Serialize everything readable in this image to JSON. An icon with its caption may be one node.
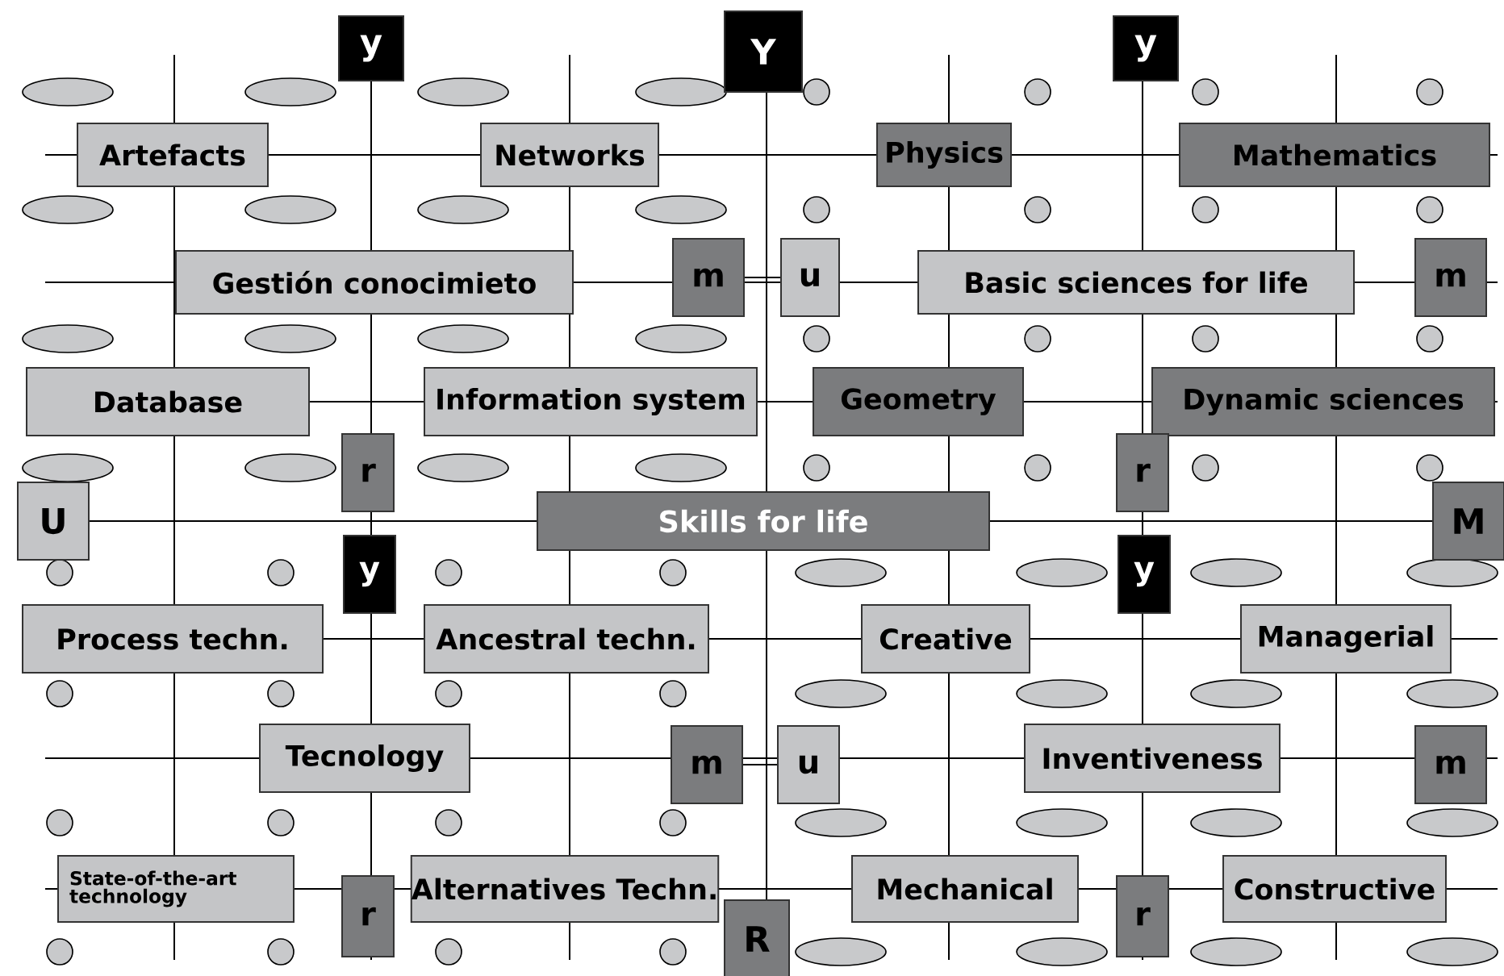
{
  "diagram": {
    "nodes": [
      {
        "text": [
          "y"
        ]
      },
      {
        "text": [
          "Y"
        ]
      },
      {
        "text": [
          "y"
        ]
      },
      {
        "text": [
          "Artefacts"
        ]
      },
      {
        "text": [
          "Networks"
        ]
      },
      {
        "text": [
          "Physics"
        ]
      },
      {
        "text": [
          "Mathematics"
        ]
      },
      {
        "text": [
          "Gestión conocimieto"
        ]
      },
      {
        "text": [
          "m"
        ]
      },
      {
        "text": [
          "u"
        ]
      },
      {
        "text": [
          "Basic sciences for life"
        ]
      },
      {
        "text": [
          "m"
        ]
      },
      {
        "text": [
          "Database"
        ]
      },
      {
        "text": [
          "Information system"
        ]
      },
      {
        "text": [
          "Geometry"
        ]
      },
      {
        "text": [
          "Dynamic sciences"
        ]
      },
      {
        "text": [
          "r"
        ]
      },
      {
        "text": [
          "r"
        ]
      },
      {
        "text": [
          "U"
        ]
      },
      {
        "text": [
          "Skills for life"
        ]
      },
      {
        "text": [
          "M"
        ]
      },
      {
        "text": [
          "y"
        ]
      },
      {
        "text": [
          "y"
        ]
      },
      {
        "text": [
          "Process techn."
        ]
      },
      {
        "text": [
          "Ancestral techn."
        ]
      },
      {
        "text": [
          "Creative"
        ]
      },
      {
        "text": [
          "Managerial"
        ]
      },
      {
        "text": [
          "Tecnology"
        ]
      },
      {
        "text": [
          "m"
        ]
      },
      {
        "text": [
          "u"
        ]
      },
      {
        "text": [
          "Inventiveness"
        ]
      },
      {
        "text": [
          "m"
        ]
      },
      {
        "text": [
          "State-of-the-art technology"
        ]
      },
      {
        "text": [
          "r"
        ]
      },
      {
        "text": [
          "Alternatives Techn."
        ]
      },
      {
        "text": [
          "R"
        ]
      },
      {
        "text": [
          "Mechanical"
        ]
      },
      {
        "text": [
          "r"
        ]
      },
      {
        "text": [
          "Constructive"
        ]
      }
    ],
    "edges": [
      {
        "from": 3,
        "to": 4,
        "arrow": "none"
      },
      {
        "from": 4,
        "to": 5,
        "arrow": "none"
      },
      {
        "from": 5,
        "to": 6,
        "arrow": "none"
      },
      {
        "from": 7,
        "to": 8,
        "arrow": "none"
      },
      {
        "from": 8,
        "to": 9,
        "arrow": "none"
      },
      {
        "from": 9,
        "to": 10,
        "arrow": "none"
      },
      {
        "from": 10,
        "to": 11,
        "arrow": "none"
      },
      {
        "from": 12,
        "to": 13,
        "arrow": "none"
      },
      {
        "from": 13,
        "to": 14,
        "arrow": "none"
      },
      {
        "from": 14,
        "to": 15,
        "arrow": "none"
      },
      {
        "from": 18,
        "to": 19,
        "arrow": "none"
      },
      {
        "from": 19,
        "to": 20,
        "arrow": "none"
      },
      {
        "from": 23,
        "to": 24,
        "arrow": "none"
      },
      {
        "from": 24,
        "to": 25,
        "arrow": "none"
      },
      {
        "from": 25,
        "to": 26,
        "arrow": "none"
      },
      {
        "from": 27,
        "to": 28,
        "arrow": "none"
      },
      {
        "from": 28,
        "to": 29,
        "arrow": "none"
      },
      {
        "from": 29,
        "to": 30,
        "arrow": "none"
      },
      {
        "from": 30,
        "to": 31,
        "arrow": "none"
      },
      {
        "from": 32,
        "to": 33,
        "arrow": "none"
      },
      {
        "from": 33,
        "to": 34,
        "arrow": "none"
      },
      {
        "from": 34,
        "to": 36,
        "arrow": "none"
      },
      {
        "from": 36,
        "to": 37,
        "arrow": "none"
      },
      {
        "from": 37,
        "to": 38,
        "arrow": "none"
      }
    ]
  }
}
